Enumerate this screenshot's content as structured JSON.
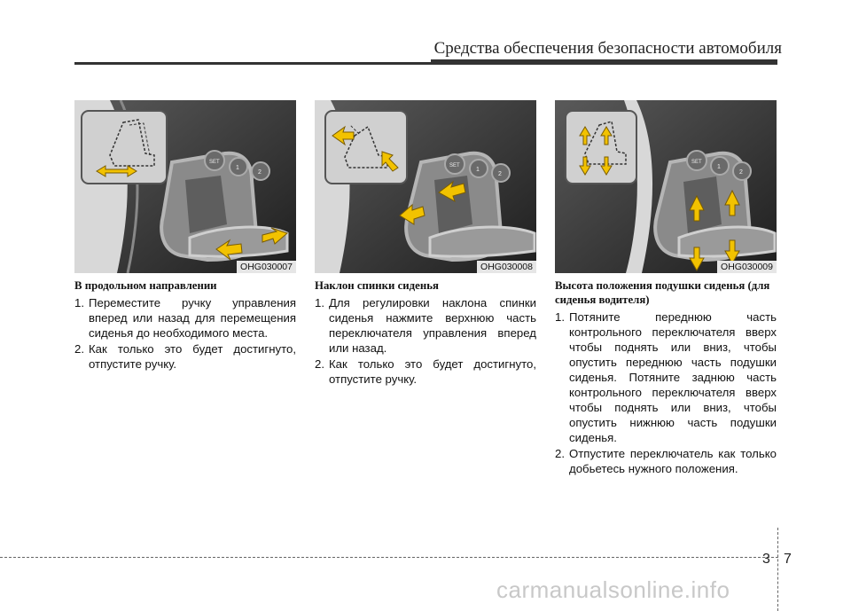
{
  "header": {
    "title": "Средства обеспечения безопасности автомобиля"
  },
  "figures": [
    {
      "code": "OHG030007"
    },
    {
      "code": "OHG030008"
    },
    {
      "code": "OHG030009"
    }
  ],
  "sections": [
    {
      "title": "В продольном направлении",
      "steps": [
        {
          "num": "1.",
          "text": "Переместите ручку управления вперед или назад для перемещения сиденья до необходимого места."
        },
        {
          "num": "2.",
          "text": "Как только это будет достигнуто, отпустите ручку."
        }
      ]
    },
    {
      "title": "Наклон спинки сиденья",
      "steps": [
        {
          "num": "1.",
          "text": "Для регулировки наклона спинки сиденья нажмите верхнюю часть переключателя управления вперед или назад."
        },
        {
          "num": "2.",
          "text": "Как только это будет достигнуто, отпустите ручку."
        }
      ]
    },
    {
      "title": "Высота положения подушки сиденья (для сиденья водителя)",
      "steps": [
        {
          "num": "1.",
          "text": "Потяните переднюю часть контрольного переключателя вверх чтобы поднять или вниз, чтобы опустить переднюю часть подушки сиденья. Потяните заднюю часть контрольного переключателя вверх чтобы поднять или вниз, чтобы опустить нижнюю часть подушки сиденья."
        },
        {
          "num": "2.",
          "text": "Отпустите переключатель как только добьетесь нужного положения."
        }
      ]
    }
  ],
  "memory_buttons": [
    "SET",
    "1",
    "2"
  ],
  "page": {
    "chapter": "3",
    "number": "7"
  },
  "watermark": "carmanualsonline.info",
  "colors": {
    "arrow": "#f2c200",
    "panel": "#2e2e2e",
    "inset": "#cfcfcf"
  }
}
